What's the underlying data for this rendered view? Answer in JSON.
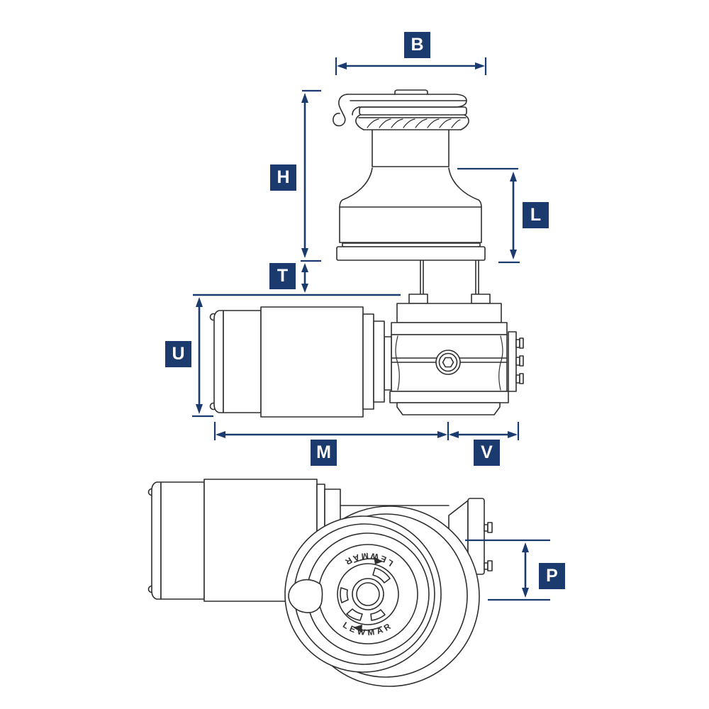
{
  "meta": {
    "title": "Winch dimension diagram"
  },
  "colors": {
    "accent_blue": "#1b3a6d",
    "drawing_line": "#2f2f2f",
    "background": "#ffffff",
    "label_text": "#ffffff"
  },
  "dimension_labels": {
    "B": "B",
    "H": "H",
    "L": "L",
    "T": "T",
    "U": "U",
    "M": "M",
    "V": "V",
    "P": "P"
  },
  "brand": {
    "top_text": "LEWMAR",
    "bottom_text": "LEWMAR"
  }
}
